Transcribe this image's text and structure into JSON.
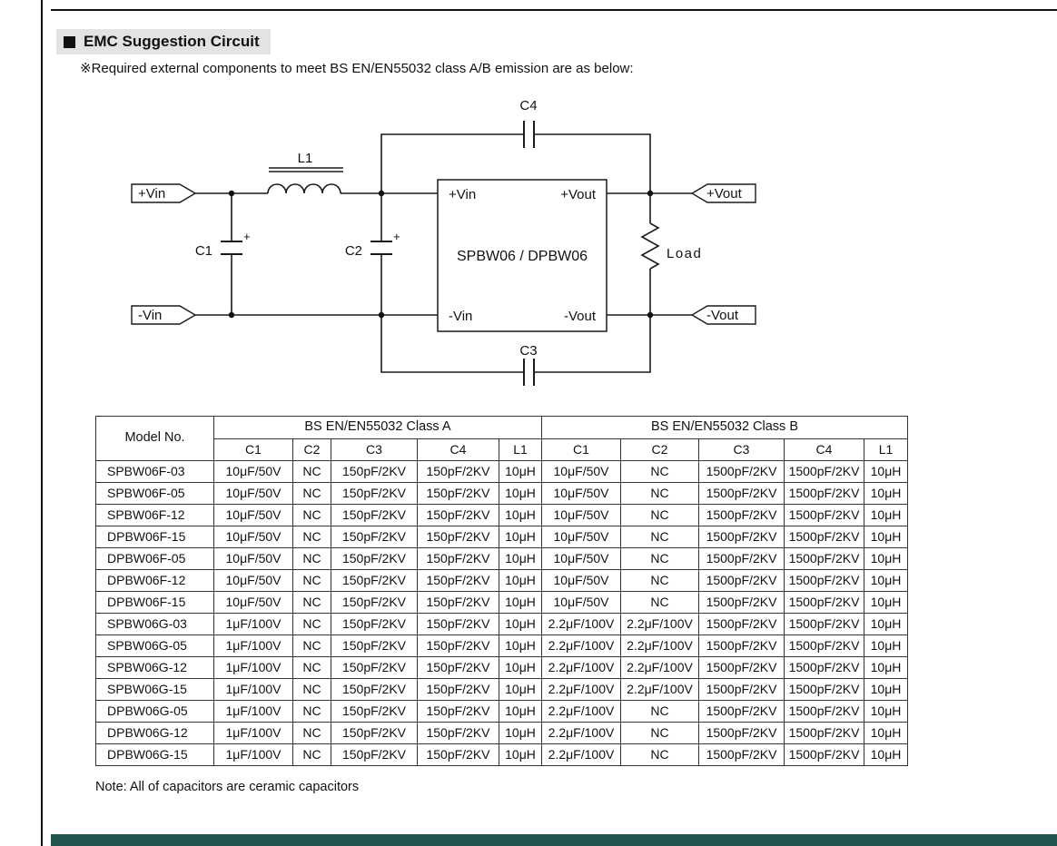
{
  "page": {
    "section_title": "EMC Suggestion Circuit",
    "subtitle": "※Required external components to meet BS EN/EN55032 class A/B emission are as below:",
    "table_note": "Note: All of capacitors are ceramic capacitors"
  },
  "colors": {
    "bottom_bar": "#235550"
  },
  "circuit": {
    "converter_label": "SPBW06 / DPBW06",
    "port_labels": {
      "vin_pos": "+Vin",
      "vin_neg": "-Vin",
      "vout_pos": "+Vout",
      "vout_neg": "-Vout"
    },
    "terminal_tags": {
      "vin_pos": "+Vin",
      "vin_neg": "-Vin",
      "vout_pos": "+Vout",
      "vout_neg": "-Vout"
    },
    "components": {
      "c1": "C1",
      "c2": "C2",
      "c3": "C3",
      "c4": "C4",
      "l1": "L1",
      "load": "Load"
    },
    "polarity_mark": "+"
  },
  "table": {
    "model_header": "Model No.",
    "class_a_header": "BS EN/EN55032 Class A",
    "class_b_header": "BS EN/EN55032 Class B",
    "subcolumns": [
      "C1",
      "C2",
      "C3",
      "C4",
      "L1",
      "C1",
      "C2",
      "C3",
      "C4",
      "L1"
    ],
    "rows": [
      {
        "model": "SPBW06F-03",
        "values": [
          "10μF/50V",
          "NC",
          "150pF/2KV",
          "150pF/2KV",
          "10μH",
          "10μF/50V",
          "NC",
          "1500pF/2KV",
          "1500pF/2KV",
          "10μH"
        ]
      },
      {
        "model": "SPBW06F-05",
        "values": [
          "10μF/50V",
          "NC",
          "150pF/2KV",
          "150pF/2KV",
          "10μH",
          "10μF/50V",
          "NC",
          "1500pF/2KV",
          "1500pF/2KV",
          "10μH"
        ]
      },
      {
        "model": "SPBW06F-12",
        "values": [
          "10μF/50V",
          "NC",
          "150pF/2KV",
          "150pF/2KV",
          "10μH",
          "10μF/50V",
          "NC",
          "1500pF/2KV",
          "1500pF/2KV",
          "10μH"
        ]
      },
      {
        "model": "DPBW06F-15",
        "values": [
          "10μF/50V",
          "NC",
          "150pF/2KV",
          "150pF/2KV",
          "10μH",
          "10μF/50V",
          "NC",
          "1500pF/2KV",
          "1500pF/2KV",
          "10μH"
        ]
      },
      {
        "model": "DPBW06F-05",
        "values": [
          "10μF/50V",
          "NC",
          "150pF/2KV",
          "150pF/2KV",
          "10μH",
          "10μF/50V",
          "NC",
          "1500pF/2KV",
          "1500pF/2KV",
          "10μH"
        ]
      },
      {
        "model": "DPBW06F-12",
        "values": [
          "10μF/50V",
          "NC",
          "150pF/2KV",
          "150pF/2KV",
          "10μH",
          "10μF/50V",
          "NC",
          "1500pF/2KV",
          "1500pF/2KV",
          "10μH"
        ]
      },
      {
        "model": "DPBW06F-15",
        "values": [
          "10μF/50V",
          "NC",
          "150pF/2KV",
          "150pF/2KV",
          "10μH",
          "10μF/50V",
          "NC",
          "1500pF/2KV",
          "1500pF/2KV",
          "10μH"
        ]
      },
      {
        "model": "SPBW06G-03",
        "values": [
          "1μF/100V",
          "NC",
          "150pF/2KV",
          "150pF/2KV",
          "10μH",
          "2.2μF/100V",
          "2.2μF/100V",
          "1500pF/2KV",
          "1500pF/2KV",
          "10μH"
        ]
      },
      {
        "model": "SPBW06G-05",
        "values": [
          "1μF/100V",
          "NC",
          "150pF/2KV",
          "150pF/2KV",
          "10μH",
          "2.2μF/100V",
          "2.2μF/100V",
          "1500pF/2KV",
          "1500pF/2KV",
          "10μH"
        ]
      },
      {
        "model": "SPBW06G-12",
        "values": [
          "1μF/100V",
          "NC",
          "150pF/2KV",
          "150pF/2KV",
          "10μH",
          "2.2μF/100V",
          "2.2μF/100V",
          "1500pF/2KV",
          "1500pF/2KV",
          "10μH"
        ]
      },
      {
        "model": "SPBW06G-15",
        "values": [
          "1μF/100V",
          "NC",
          "150pF/2KV",
          "150pF/2KV",
          "10μH",
          "2.2μF/100V",
          "2.2μF/100V",
          "1500pF/2KV",
          "1500pF/2KV",
          "10μH"
        ]
      },
      {
        "model": "DPBW06G-05",
        "values": [
          "1μF/100V",
          "NC",
          "150pF/2KV",
          "150pF/2KV",
          "10μH",
          "2.2μF/100V",
          "NC",
          "1500pF/2KV",
          "1500pF/2KV",
          "10μH"
        ]
      },
      {
        "model": "DPBW06G-12",
        "values": [
          "1μF/100V",
          "NC",
          "150pF/2KV",
          "150pF/2KV",
          "10μH",
          "2.2μF/100V",
          "NC",
          "1500pF/2KV",
          "1500pF/2KV",
          "10μH"
        ]
      },
      {
        "model": "DPBW06G-15",
        "values": [
          "1μF/100V",
          "NC",
          "150pF/2KV",
          "150pF/2KV",
          "10μH",
          "2.2μF/100V",
          "NC",
          "1500pF/2KV",
          "1500pF/2KV",
          "10μH"
        ]
      }
    ]
  }
}
